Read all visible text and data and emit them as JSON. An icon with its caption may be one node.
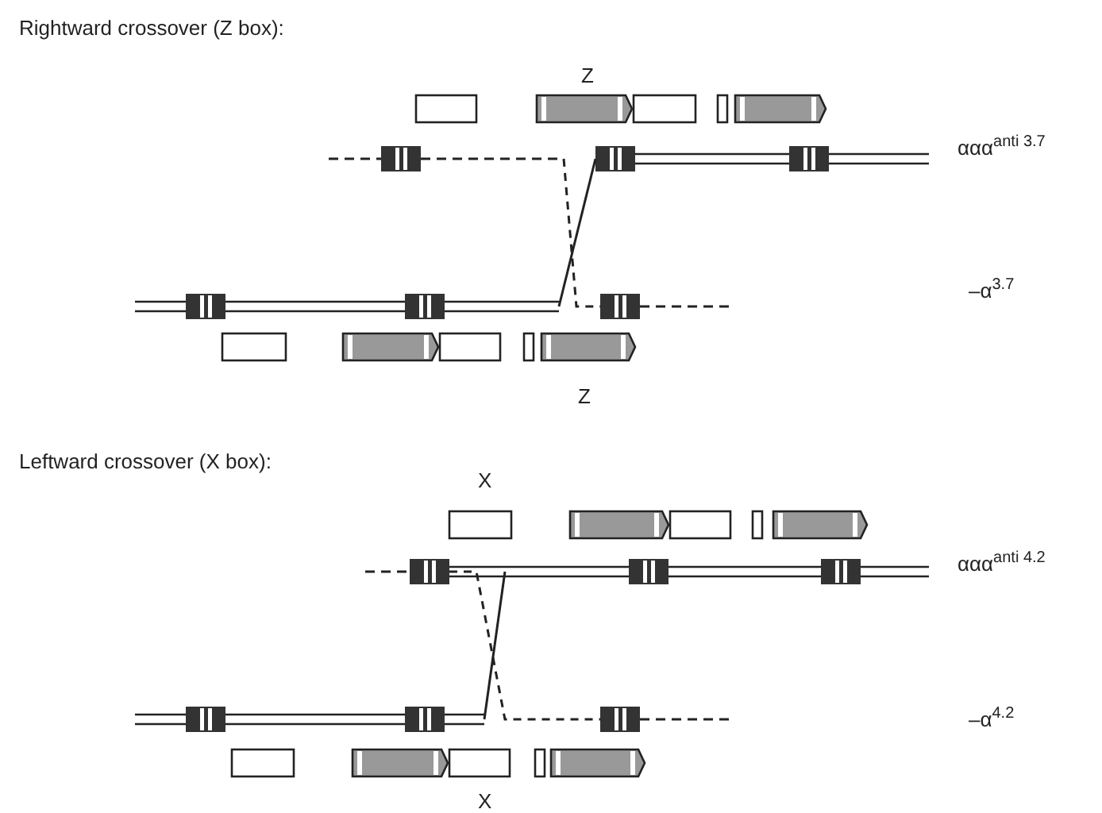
{
  "diagram": {
    "labels": [
      "Rightward crossover (Z box):",
      "Z",
      "ααα$^{anti 3.7}$",
      "–α$^{3.7}$",
      "Z",
      "Leftward crossover (X box):",
      "X",
      "ααα$^{anti 4.2}$",
      "–α$^{4.2}$",
      "X"
    ]
  }
}
